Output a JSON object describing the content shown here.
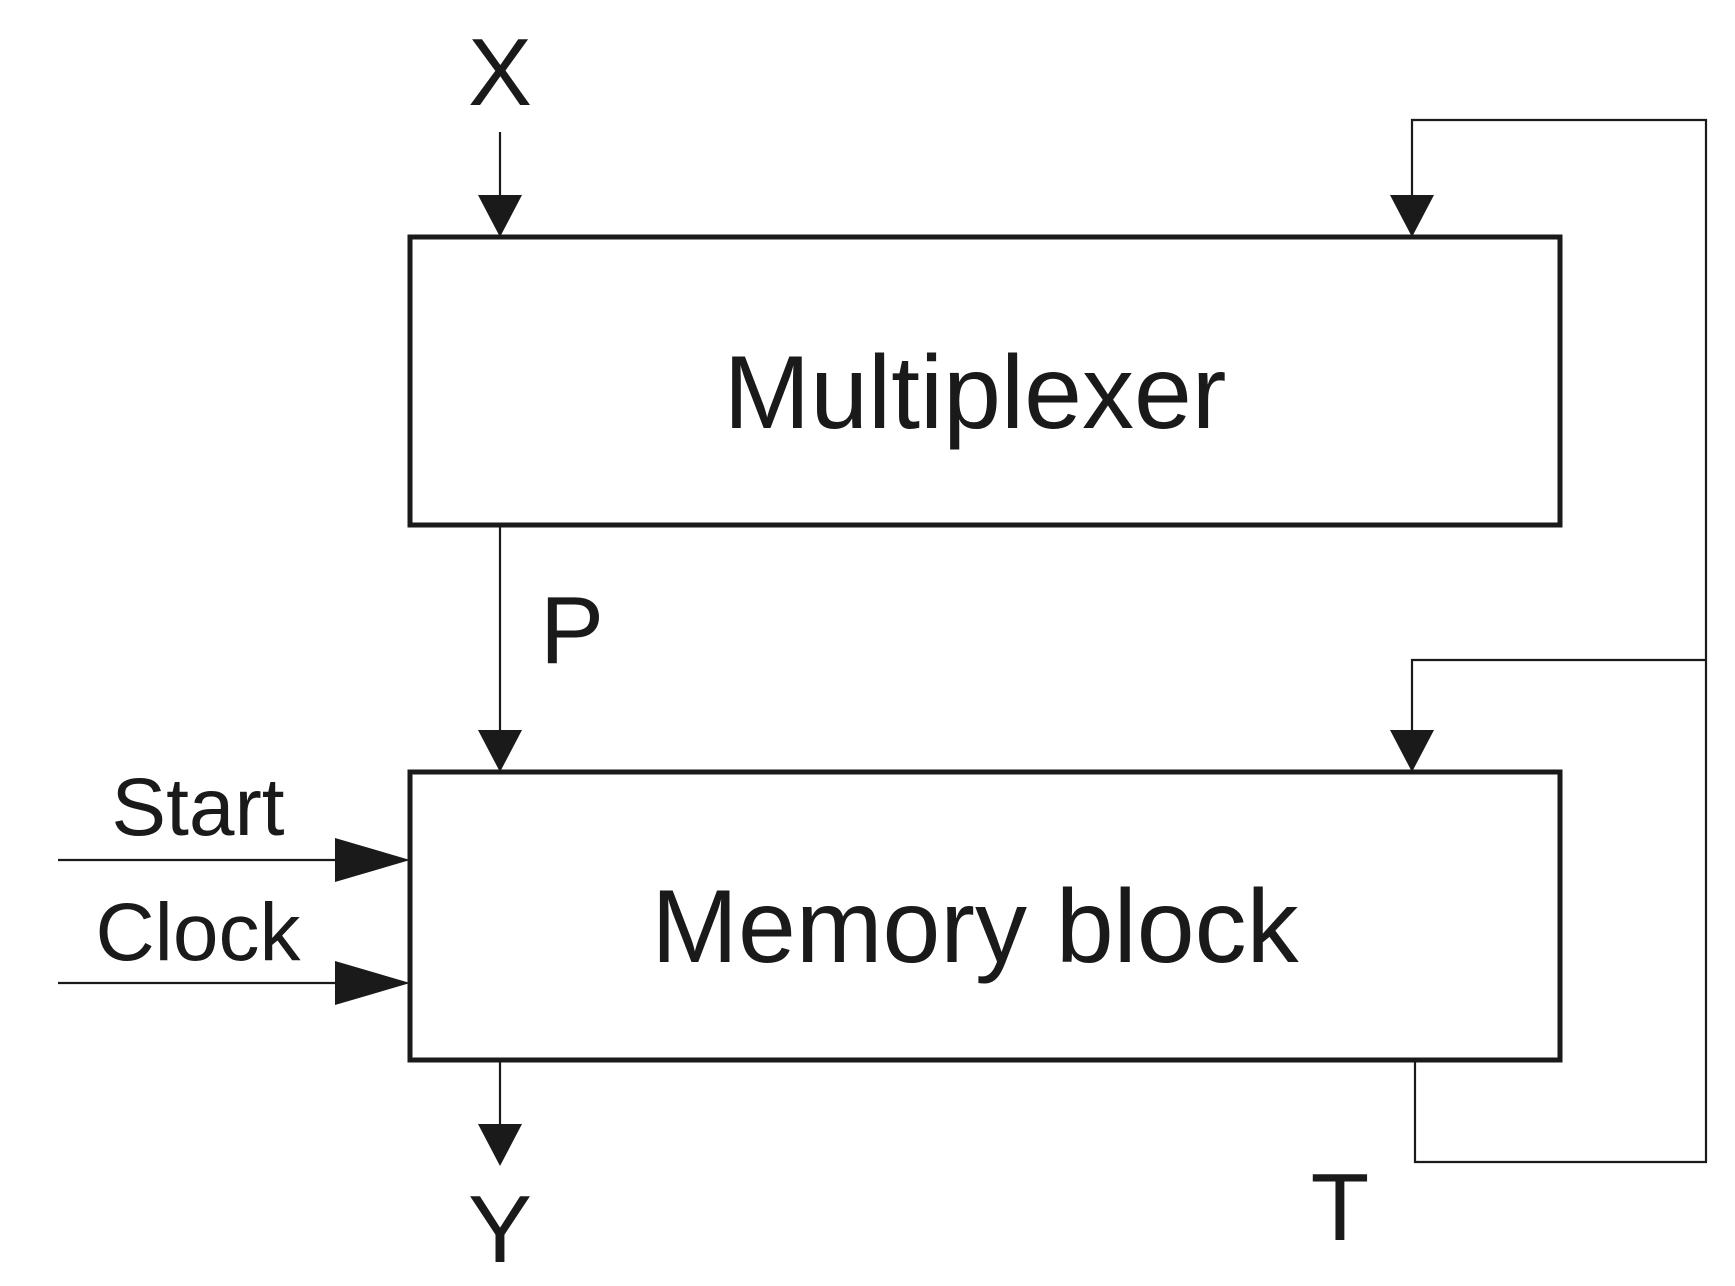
{
  "blocks": {
    "multiplexer": "Multiplexer",
    "memory": "Memory block"
  },
  "signals": {
    "x": "X",
    "p": "P",
    "y": "Y",
    "t": "T",
    "start": "Start",
    "clock": "Clock"
  },
  "colors": {
    "line": "#1a1a1a",
    "background": "#ffffff"
  }
}
